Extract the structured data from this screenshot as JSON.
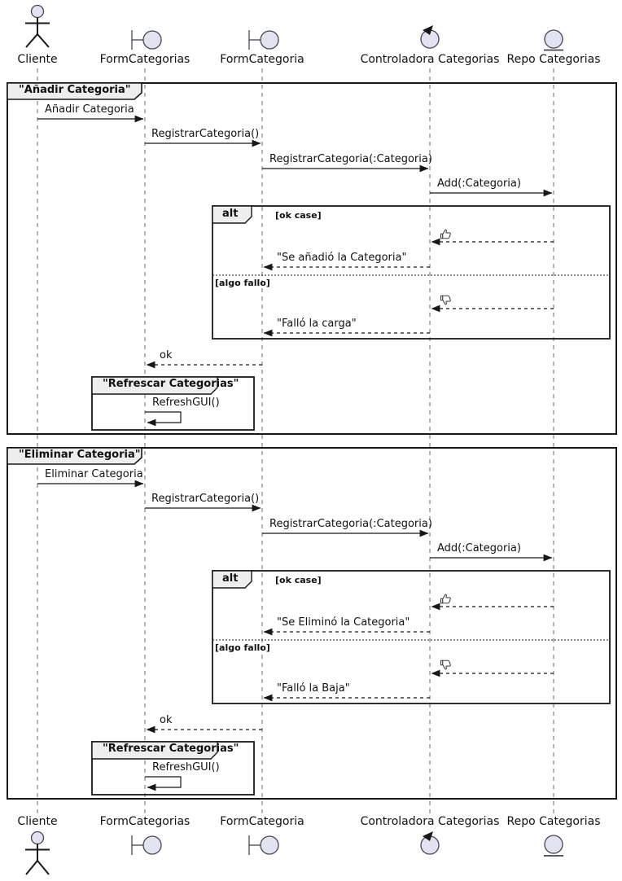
{
  "colors": {
    "participant_fill": "#E2E2F0",
    "frame_tab_fill": "#EEEEEE",
    "line_color": "#181818"
  },
  "participants": [
    {
      "label": "Cliente",
      "icon": "actor"
    },
    {
      "label": "FormCategorias",
      "icon": "boundary"
    },
    {
      "label": "FormCategoria",
      "icon": "boundary"
    },
    {
      "label": "Controladora Categorias",
      "icon": "control"
    },
    {
      "label": "Repo Categorias",
      "icon": "entity"
    }
  ],
  "frames": [
    {
      "title": "\"Añadir Categoria\"",
      "call_request": "Añadir Categoria",
      "call_registrar": "RegistrarCategoria()",
      "call_registrar_param": "RegistrarCategoria(:Categoria)",
      "call_add": "Add(:Categoria)",
      "alt_operator": "alt",
      "guard_ok": "[ok case]",
      "result_ok_icon": "thumbs-up",
      "return_ok_text": "\"Se añadió la Categoria\"",
      "guard_fail": "[algo fallo]",
      "result_fail_icon": "thumbs-down",
      "return_fail_text": "\"Falló la carga\"",
      "return_ack": "ok",
      "refresh_frame_title": "\"Refrescar Categorias\"",
      "refresh_call": "RefreshGUI()"
    },
    {
      "title": "\"Eliminar Categoria\"",
      "call_request": "Eliminar Categoria",
      "call_registrar": "RegistrarCategoria()",
      "call_registrar_param": "RegistrarCategoria(:Categoria)",
      "call_add": "Add(:Categoria)",
      "alt_operator": "alt",
      "guard_ok": "[ok case]",
      "result_ok_icon": "thumbs-up",
      "return_ok_text": "\"Se Eliminó la Categoria\"",
      "guard_fail": "[algo fallo]",
      "result_fail_icon": "thumbs-down",
      "return_fail_text": "\"Falló la Baja\"",
      "return_ack": "ok",
      "refresh_frame_title": "\"Refrescar Categorias\"",
      "refresh_call": "RefreshGUI()"
    }
  ]
}
